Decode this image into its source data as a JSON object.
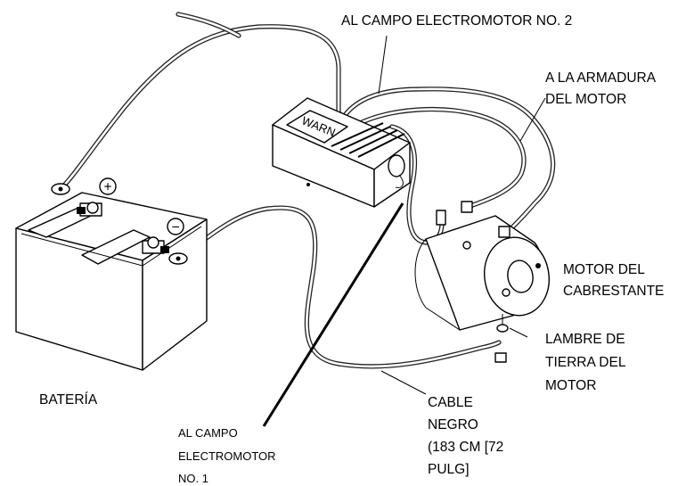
{
  "labels": {
    "field_2_title": "AL CAMPO ELECTROMOTOR NO. 2",
    "armature_line1": "A LA ARMADURA",
    "armature_line2": "DEL MOTOR",
    "motor_line1": "MOTOR DEL",
    "motor_line2": "CABRESTANTE",
    "ground_line1": "LAMBRE DE",
    "ground_line2": "TIERRA DEL",
    "ground_line3": "MOTOR",
    "battery": "BATERÍA",
    "cable_line1": "CABLE",
    "cable_line2": "NEGRO",
    "cable_line3": "(183 CM [72",
    "cable_line4": "PULG]",
    "field_1_line1": "AL CAMPO",
    "field_1_line2": "ELECTROMOTOR",
    "field_1_line3": "NO. 1",
    "control_brand": "WARN",
    "positive_symbol": "+",
    "negative_symbol": "−"
  },
  "colors": {
    "line": "#000000",
    "background": "#ffffff"
  }
}
